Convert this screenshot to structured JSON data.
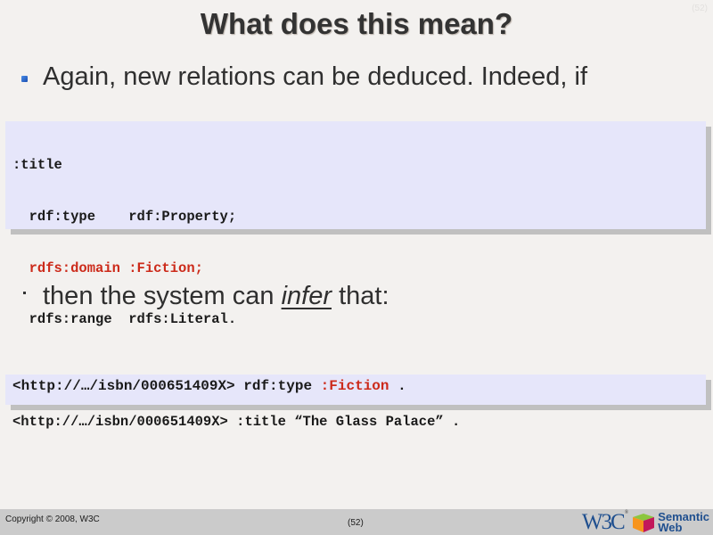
{
  "slide": {
    "title": "What does this mean?",
    "number_top": "(52)"
  },
  "bullets": [
    {
      "text": "Again, new relations can be deduced. Indeed, if"
    },
    {
      "text_before": "then the system can ",
      "text_emph": "infer",
      "text_after": " that:"
    }
  ],
  "code_block_1": {
    "lines": [
      {
        "text": ":title"
      },
      {
        "text": "  rdf:type    rdf:Property;"
      },
      {
        "text": "  rdfs:domain :Fiction;",
        "highlight": true
      },
      {
        "text": "  rdfs:range  rdfs:Literal."
      },
      {
        "text": ""
      },
      {
        "text": "<http://…/isbn/000651409X> :title “The Glass Palace” ."
      }
    ]
  },
  "code_block_2": {
    "prefix": "<http://…/isbn/000651409X> rdf:type ",
    "highlight": ":Fiction",
    "suffix": " ."
  },
  "colors": {
    "highlight": "#cc2a1a",
    "code_bg": "#e6e6fa",
    "page_bg": "#f3f1ef",
    "footer_bg": "#cbcbcb"
  },
  "footer": {
    "copyright": "Copyright © 2008, W3C",
    "page": "(52)",
    "logo_w3c": "W3C",
    "logo_reg": "®",
    "logo_line1": "Semantic",
    "logo_line2": "Web"
  }
}
